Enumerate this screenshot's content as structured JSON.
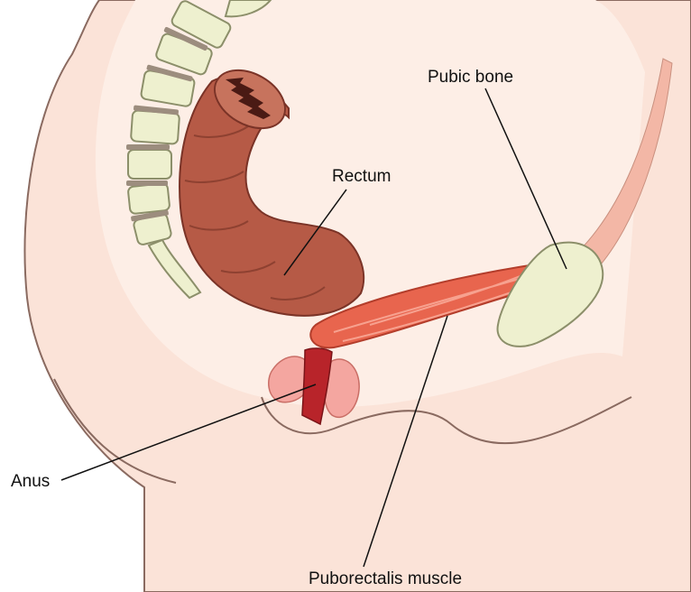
{
  "diagram": {
    "labels": {
      "pubic_bone": "Pubic bone",
      "rectum": "Rectum",
      "anus": "Anus",
      "puborectalis": "Puborectalis muscle"
    },
    "colors": {
      "skin": "#fbe3d8",
      "skin_outline": "#8a6a60",
      "inner_tissue": "#fdeee6",
      "bone": "#eef0cf",
      "bone_outline": "#8c8f6a",
      "rectum": "#b65a46",
      "rectum_dark": "#4a1a14",
      "muscle": "#e8654e",
      "anal_canal": "#b8242a",
      "sphincter": "#f4a6a0",
      "leader_line": "#111111"
    }
  }
}
